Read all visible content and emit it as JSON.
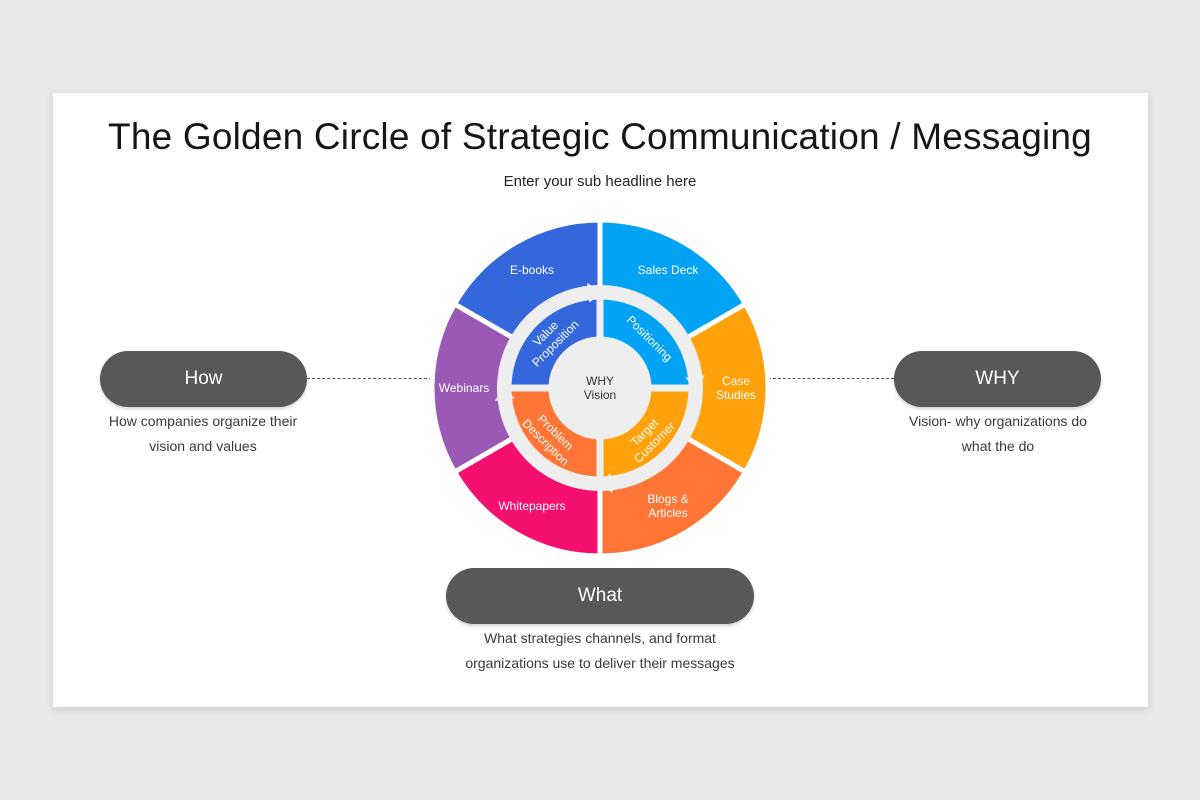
{
  "slide": {
    "title": "The Golden Circle of Strategic Communication / Messaging",
    "subtitle": "Enter your sub headline here"
  },
  "labels": {
    "how": {
      "title": "How",
      "description_line1": "How companies organize their",
      "description_line2": "vision and values"
    },
    "why": {
      "title": "WHY",
      "description_line1": "Vision- why organizations do",
      "description_line2": "what the do"
    },
    "what": {
      "title": "What",
      "description_line1": "What strategies channels, and format",
      "description_line2": "organizations use to deliver their messages"
    }
  },
  "wheel": {
    "center": {
      "line1": "WHY",
      "line2": "Vision",
      "color": "#eeeeee"
    },
    "ring_color": "#eeeeee",
    "inner": [
      {
        "line1": "Value",
        "line2": "Proposition",
        "color": "#3567dc"
      },
      {
        "line1": "Positioning",
        "line2": "",
        "color": "#02a3f5"
      },
      {
        "line1": "Target",
        "line2": "Customer",
        "color": "#ffa10a"
      },
      {
        "line1": "Problem",
        "line2": "Description",
        "color": "#ff7535"
      }
    ],
    "outer": [
      {
        "line1": "Sales Deck",
        "line2": "",
        "color": "#02a3f5"
      },
      {
        "line1": "Case",
        "line2": "Studies",
        "color": "#ffa10a"
      },
      {
        "line1": "Blogs &",
        "line2": "Articles",
        "color": "#ff7535"
      },
      {
        "line1": "Whitepapers",
        "line2": "",
        "color": "#f50f6e"
      },
      {
        "line1": "Webinars",
        "line2": "",
        "color": "#9b59b6"
      },
      {
        "line1": "E-books",
        "line2": "",
        "color": "#3567dc"
      }
    ]
  },
  "colors": {
    "pill": "#585858",
    "background": "#e9e7e8",
    "slide": "#ffffff"
  }
}
